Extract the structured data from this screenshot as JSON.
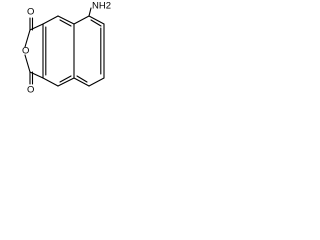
{
  "molecule": {
    "labels": {
      "amine": "NH2",
      "ring_oxygen": "O",
      "carbonyl_oxygen_top": "O",
      "carbonyl_oxygen_bottom": "O"
    }
  }
}
